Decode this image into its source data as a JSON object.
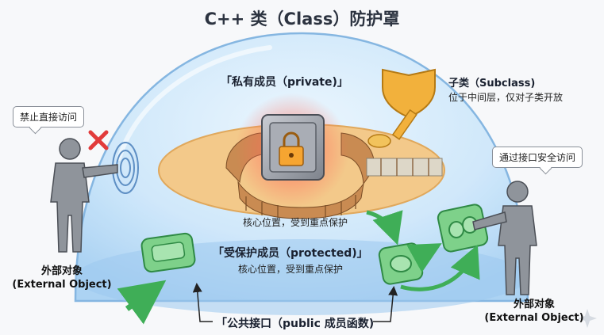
{
  "title": "C++ 类（Class）防护罩",
  "private_label": "「私有成员（private)」",
  "private_note": "核心位置，受到重点保护",
  "protected_label": "「受保护成员（protected)」",
  "protected_note": "核心位置，受到重点保护",
  "public_label": "「公共接口（public 成员函数)",
  "subclass": {
    "title": "子类（Subclass)",
    "desc": "位于中间层，仅对子类开放"
  },
  "left_bubble": "禁止直接访问",
  "right_bubble": "通过接口安全访问",
  "external_left": {
    "cn": "外部对象",
    "en": "(External Object)"
  },
  "external_right": {
    "cn": "外部对象",
    "en": "(External Object)"
  },
  "colors": {
    "dome": "#bfe0fb",
    "private_core": "#f3c98a",
    "protected": "#7ed18a",
    "key": "#f2b13c",
    "deny": "#e23b3b"
  }
}
